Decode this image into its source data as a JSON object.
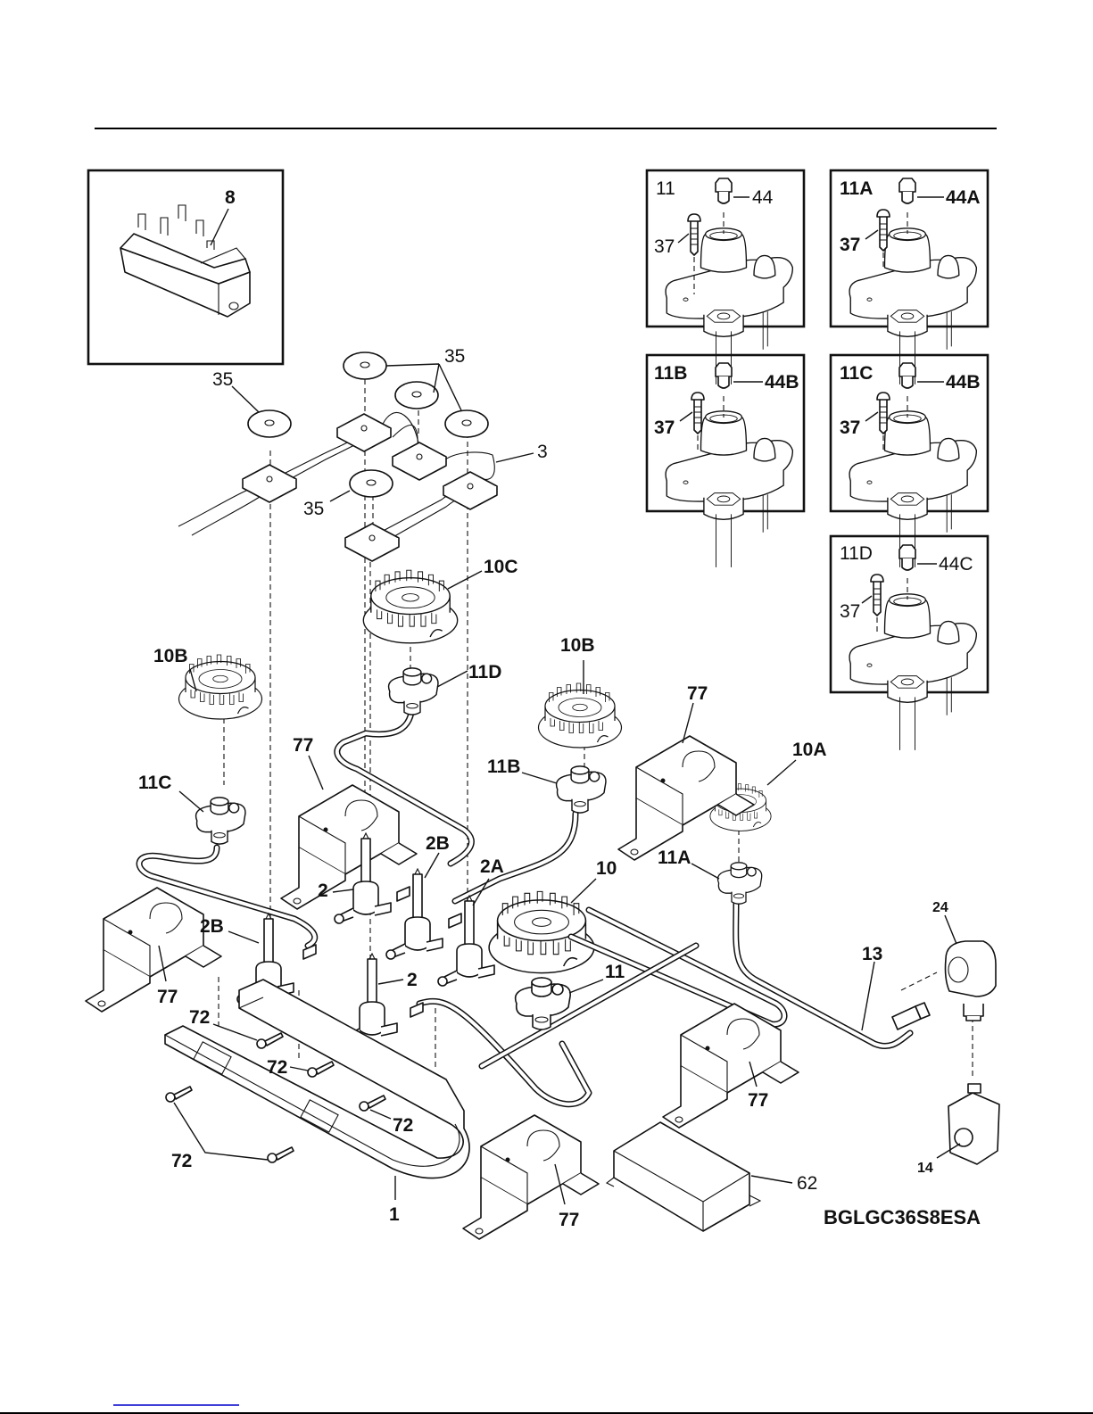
{
  "document": {
    "model_number": "BGLGC36S8ESA",
    "has_footer_link": true
  },
  "insets": {
    "spark_module": {
      "callout": "8"
    },
    "orifice_11": {
      "title": "11",
      "orifice": "44",
      "screw": "37"
    },
    "orifice_11A": {
      "title": "11A",
      "orifice": "44A",
      "screw": "37"
    },
    "orifice_11B": {
      "title": "11B",
      "orifice": "44B",
      "screw": "37"
    },
    "orifice_11C": {
      "title": "11C",
      "orifice": "44B",
      "screw": "37"
    },
    "orifice_11D": {
      "title": "11D",
      "orifice": "44C",
      "screw": "37"
    }
  },
  "callouts": {
    "switch_cap_left": "35",
    "switch_caps_group": "35",
    "switch_cap_lower": "35",
    "switch_harness": "3",
    "burner_head_10C": "10C",
    "burner_head_10B_left": "10B",
    "burner_head_10B_right": "10B",
    "burner_head_10A": "10A",
    "burner_head_10": "10",
    "orifice_holder_11D": "11D",
    "orifice_holder_11C": "11C",
    "orifice_holder_11B": "11B",
    "orifice_holder_11A": "11A",
    "orifice_holder_11": "11",
    "bracket_77_center": "77",
    "bracket_77_right_top": "77",
    "bracket_77_left": "77",
    "bracket_77_right_bottom": "77",
    "bracket_77_bottom": "77",
    "valve_2B_left": "2B",
    "valve_2B_center": "2B",
    "valve_2A": "2A",
    "valve_2_upper": "2",
    "valve_2_lower": "2",
    "screw_72_a": "72",
    "screw_72_b": "72",
    "screw_72_c": "72",
    "screw_72_d": "72",
    "manifold": "1",
    "supply_tube": "13",
    "elbow_fitting": "24",
    "regulator": "14",
    "cover": "62"
  }
}
